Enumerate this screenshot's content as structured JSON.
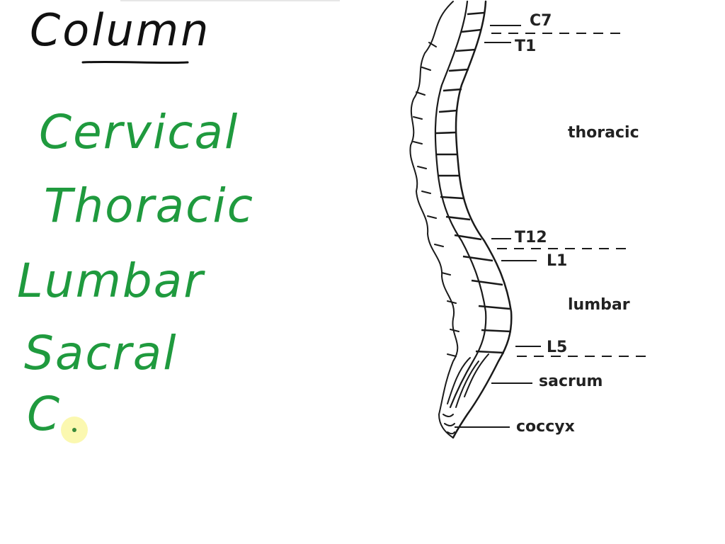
{
  "colors": {
    "title_ink": "#111111",
    "list_ink": "#1f9a3e",
    "diagram_ink": "#1a1a1a",
    "cursor_highlight": "#f7f08f"
  },
  "notes": {
    "title": "Column",
    "items": [
      "Cervical",
      "Thoracic",
      "Lumbar",
      "Sacral",
      "C"
    ]
  },
  "diagram": {
    "labels": {
      "c7": "C7",
      "t1": "T1",
      "thoracic": "thoracic",
      "t12": "T12",
      "l1": "L1",
      "lumbar": "lumbar",
      "l5": "L5",
      "sacrum": "sacrum",
      "coccyx": "coccyx"
    }
  },
  "cursor": {
    "icon": "pen-cursor-icon"
  }
}
